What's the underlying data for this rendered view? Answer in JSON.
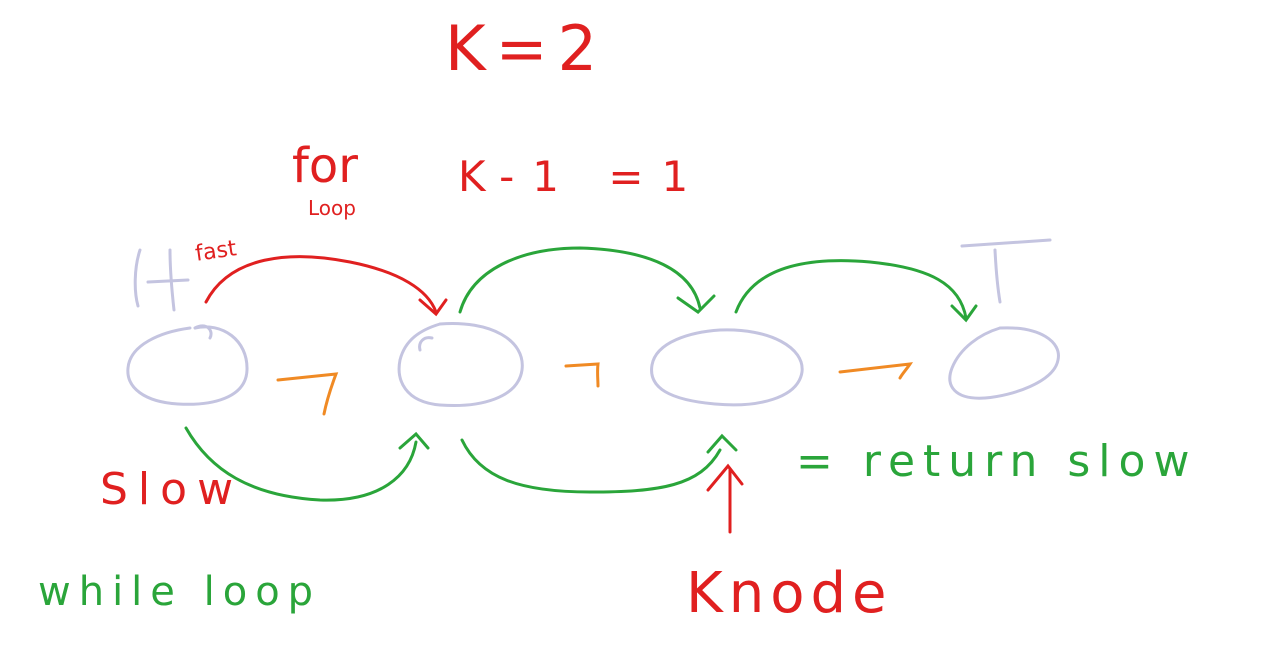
{
  "labels": {
    "k_eq": "K=2",
    "for_loop_top": "for",
    "for_loop_bottom": "Loop",
    "k_minus": "K-1 =1",
    "fast": "fast",
    "head": "H",
    "tail": "T",
    "slow": "Slow",
    "while_loop": "while loop",
    "return_slow": "= return slow",
    "k_node": "Knode"
  },
  "colors": {
    "red": "#e02020",
    "green": "#2aa53a",
    "node": "#c4c4e0",
    "orange": "#f08a24"
  },
  "nodes": [
    "node-1",
    "node-2",
    "node-3",
    "node-4"
  ]
}
